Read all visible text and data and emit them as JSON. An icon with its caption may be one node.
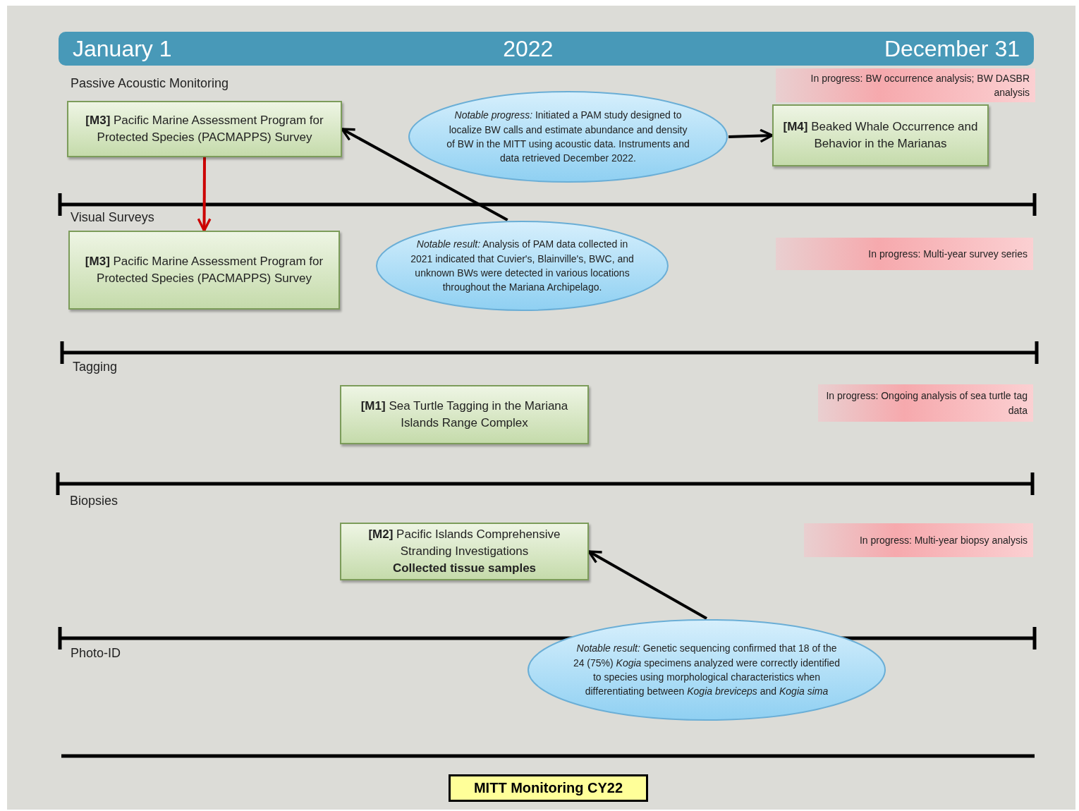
{
  "diagram": {
    "nodes": [
      {
        "text": [
          "January 1",
          "2022",
          "December 31"
        ]
      },
      {
        "text": [
          "**[M3]** Pacific Marine Assessment Program for Protected Species (PACMAPPS) Survey"
        ]
      },
      {
        "text": [
          "*Notable progress:* Initiated a PAM study designed to localize BW calls and estimate abundance and density of BW in the MITT using acoustic data. Instruments and data retrieved December 2022."
        ]
      },
      {
        "text": [
          "**[M4]** Beaked Whale Occurrence and Behavior in the Marianas"
        ]
      },
      {
        "text": [
          "In progress: BW occurrence analysis; BW DASBR analysis"
        ]
      },
      {
        "text": [
          "**[M3]** Pacific Marine Assessment Program for Protected Species (PACMAPPS) Survey"
        ]
      },
      {
        "text": [
          "*Notable result:* Analysis of PAM data collected in 2021 indicated that Cuvier's, Blainville's, BWC, and unknown BWs were detected in various locations throughout the Mariana Archipelago."
        ]
      },
      {
        "text": [
          "In progress: Multi-year survey series"
        ]
      },
      {
        "text": [
          "**[M1]** Sea Turtle Tagging in the Mariana Islands Range Complex"
        ]
      },
      {
        "text": [
          "In progress: Ongoing analysis of sea turtle tag data"
        ]
      },
      {
        "text": [
          "**[M2]** Pacific Islands Comprehensive Stranding Investigations",
          "Collected tissue samples"
        ]
      },
      {
        "text": [
          "In progress: Multi-year biopsy analysis"
        ]
      },
      {
        "text": [
          "*Notable result:* Genetic sequencing confirmed that 18 of the 24 (75%) *Kogia* specimens analyzed were correctly identified to species using morphological characteristics when differentiating between *Kogia breviceps* and *Kogia sima*"
        ]
      },
      {
        "text": [
          "MITT Monitoring CY22"
        ]
      }
    ],
    "edges": [
      {
        "from": 2,
        "to": 3,
        "arrow": "to"
      },
      {
        "from": 1,
        "to": 5,
        "arrow": "to",
        "color": "#cc0000"
      },
      {
        "from": 6,
        "to": 1,
        "arrow": "to"
      },
      {
        "from": 12,
        "to": 10,
        "arrow": "to"
      }
    ],
    "labels": [
      "Passive Acoustic Monitoring",
      "Visual Surveys",
      "Tagging",
      "Biopsies",
      "Photo-ID"
    ]
  }
}
